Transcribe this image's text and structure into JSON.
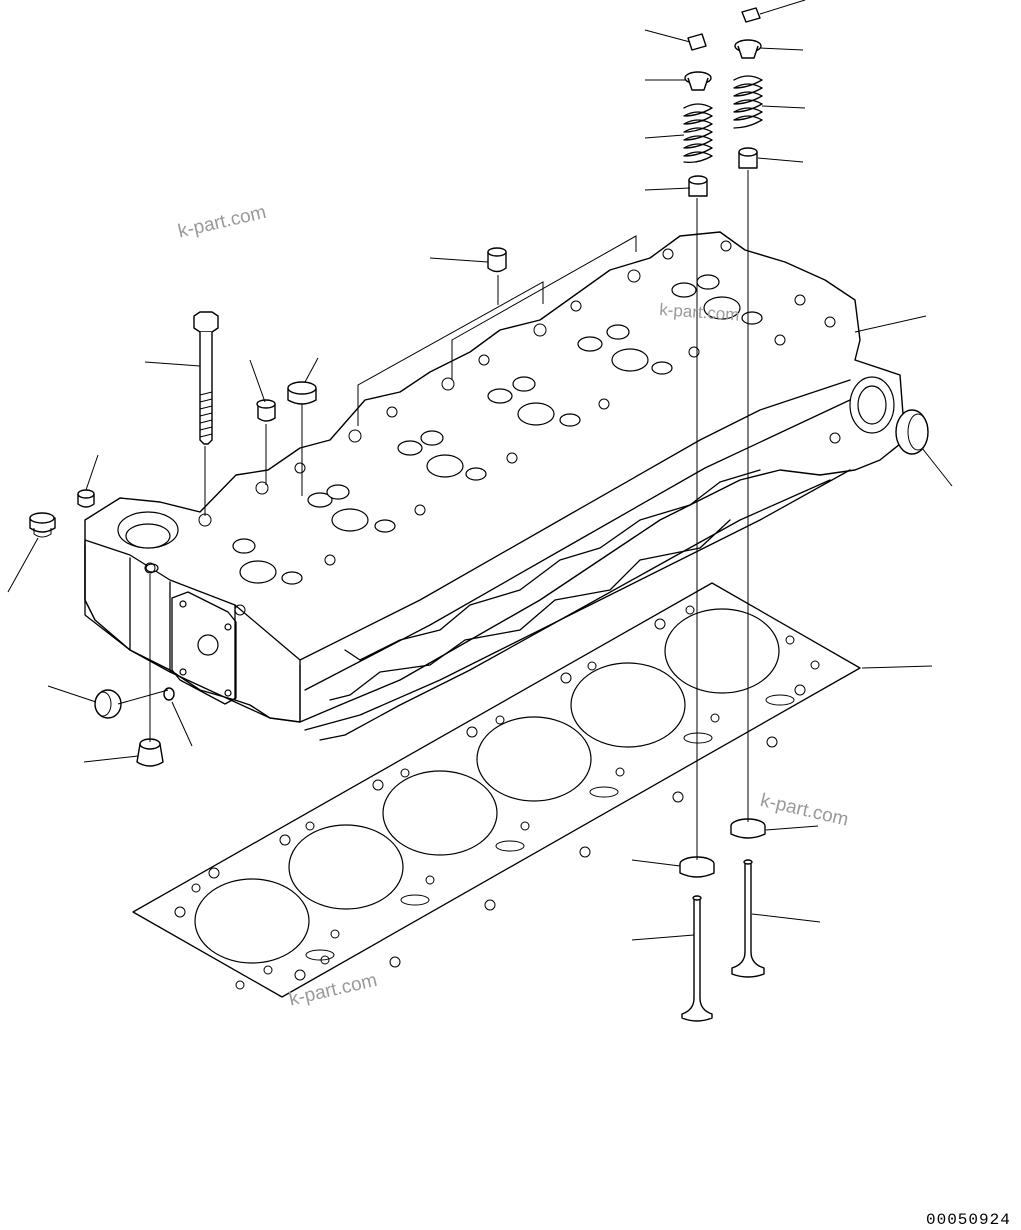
{
  "watermarks": [
    "k-part.com",
    "k-part.com",
    "k-part.com",
    "k-part.com"
  ],
  "figure_code": "00050924"
}
